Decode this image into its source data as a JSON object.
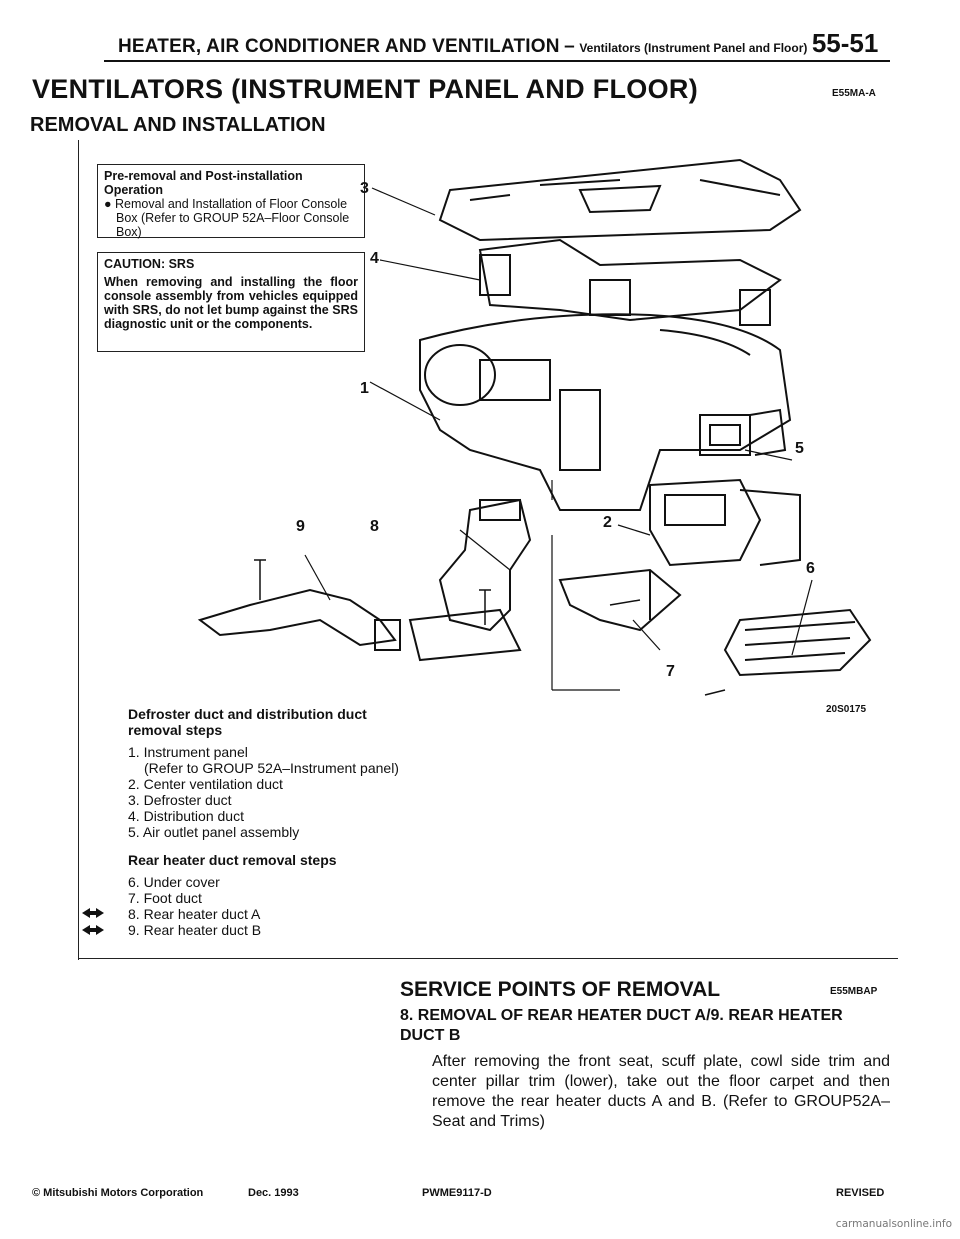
{
  "header": {
    "main": "HEATER, AIR CONDITIONER AND VENTILATION",
    "dash": "–",
    "sub": "Ventilators (Instrument Panel and Floor)",
    "page": "55-51"
  },
  "title": {
    "text": "VENTILATORS (INSTRUMENT PANEL AND FLOOR)",
    "code": "E55MA-A"
  },
  "subtitle": "REMOVAL AND INSTALLATION",
  "pre_box": {
    "heading_1": "Pre-removal and Post-installation",
    "heading_2": "Operation",
    "bullet": "Removal and Installation of Floor Console Box (Refer to GROUP 52A–Floor Console Box)"
  },
  "caution_box": {
    "heading": "CAUTION: SRS",
    "text": "When removing and installing the floor console assembly from vehicles equipped with SRS, do not let bump against the SRS diagnostic unit or the components."
  },
  "diagram": {
    "callouts": [
      "1",
      "2",
      "3",
      "4",
      "5",
      "6",
      "7",
      "8",
      "9"
    ],
    "figure_code": "20S0175"
  },
  "defroster_steps": {
    "heading_1": "Defroster duct and distribution duct",
    "heading_2": "removal steps",
    "items": [
      {
        "num": "1.",
        "label": "Instrument panel"
      },
      {
        "num": "",
        "label": "(Refer to GROUP 52A–Instrument panel)"
      },
      {
        "num": "2.",
        "label": "Center ventilation duct"
      },
      {
        "num": "3.",
        "label": "Defroster duct"
      },
      {
        "num": "4.",
        "label": "Distribution duct"
      },
      {
        "num": "5.",
        "label": "Air outlet panel assembly"
      }
    ]
  },
  "rear_steps": {
    "heading": "Rear heater duct removal steps",
    "items": [
      {
        "num": "6.",
        "label": "Under cover"
      },
      {
        "num": "7.",
        "label": "Foot duct"
      },
      {
        "num": "8.",
        "label": "Rear heater duct A"
      },
      {
        "num": "9.",
        "label": "Rear heater duct B"
      }
    ]
  },
  "service_points": {
    "title": "SERVICE POINTS OF REMOVAL",
    "code": "E55MBAP",
    "item_title": "8. REMOVAL OF REAR HEATER DUCT A/9. REAR HEATER DUCT B",
    "body": "After removing the front seat, scuff plate, cowl side trim and center pillar trim (lower), take out the floor carpet and then remove the rear heater ducts A and B.  (Refer to GROUP52A–Seat and Trims)"
  },
  "footer": {
    "copyright": "© Mitsubishi Motors Corporation",
    "date": "Dec. 1993",
    "doc_id": "PWME9117-D",
    "status": "REVISED"
  },
  "watermark": "carmanualsonline.info"
}
